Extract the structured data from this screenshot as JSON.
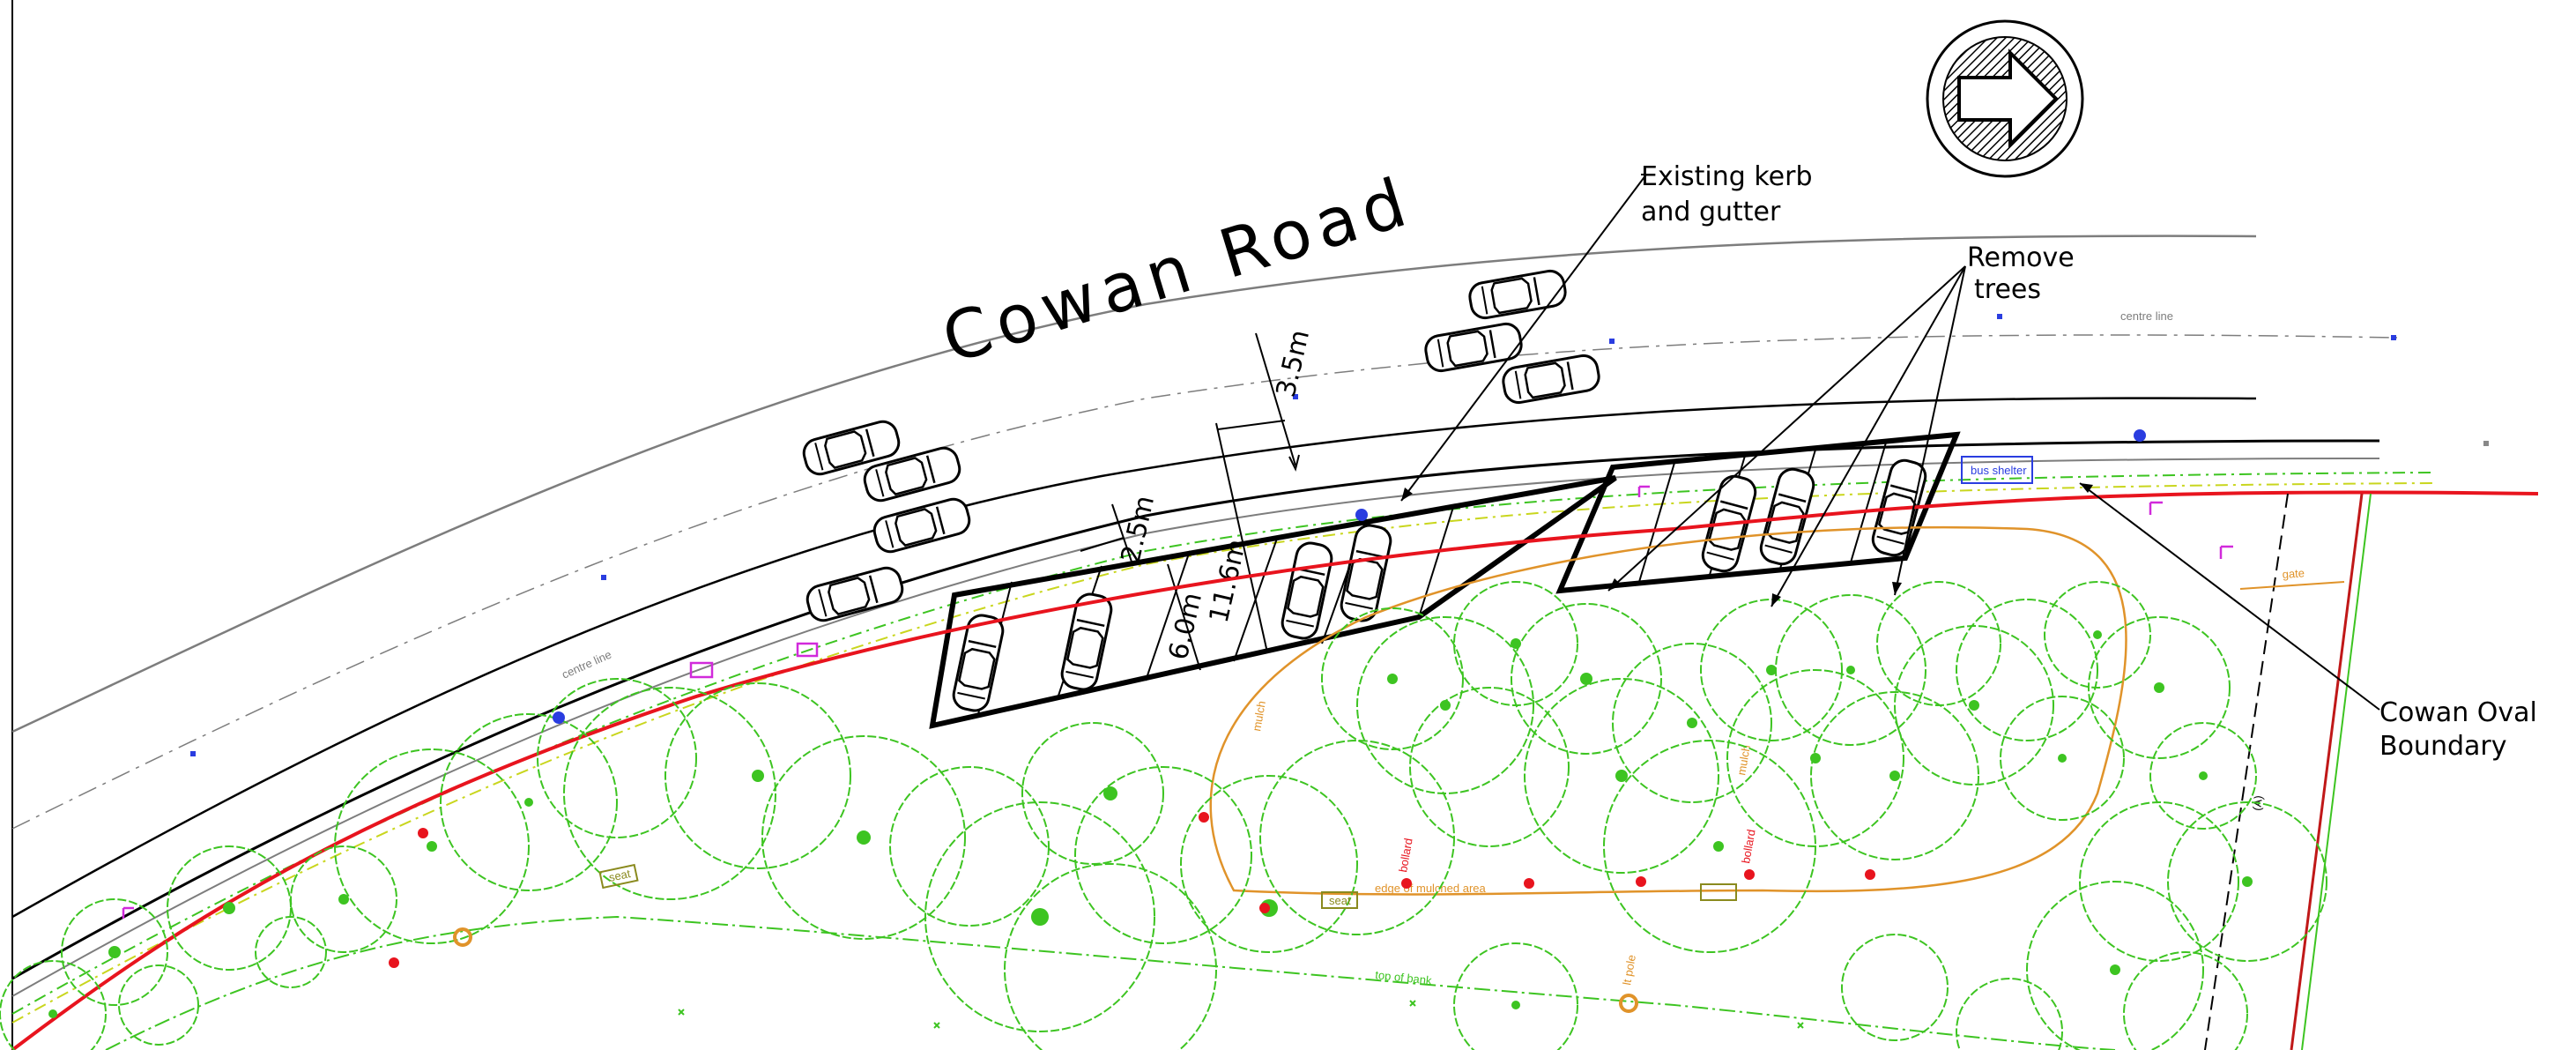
{
  "road": {
    "name": "Cowan  Road",
    "centre_line_label": "centre line"
  },
  "dimensions": {
    "lane_width": "3.5m",
    "bay_width": "2.5m",
    "bay_depth": "6.0m",
    "total_width": "11.6m"
  },
  "callouts": {
    "kerb_line1": "Existing kerb",
    "kerb_line2": "and gutter",
    "trees_line1": "Remove",
    "trees_line2": "trees",
    "oval_line1": "Cowan Oval",
    "oval_line2": "Boundary"
  },
  "annotations": {
    "bus_shelter": "bus shelter",
    "light_pole": "lt pole",
    "seat": "seat",
    "bollard": "bollard",
    "mulch": "mulch",
    "top_of_bank": "top of bank",
    "edge_mulched_area": "edge of mulched area",
    "gate": "gate",
    "section_marker": "(A)"
  },
  "colors": {
    "boundary": "#e8141e",
    "trees": "#3dc421",
    "mulch_edge": "#e0932a",
    "linework": "#000000",
    "road_edge": "#7d7d7d",
    "points_blue": "#2a3de0",
    "points_magenta": "#d12adb"
  },
  "north_arrow_icon": "north-arrow-icon",
  "car_icon": "car-topview-icon"
}
